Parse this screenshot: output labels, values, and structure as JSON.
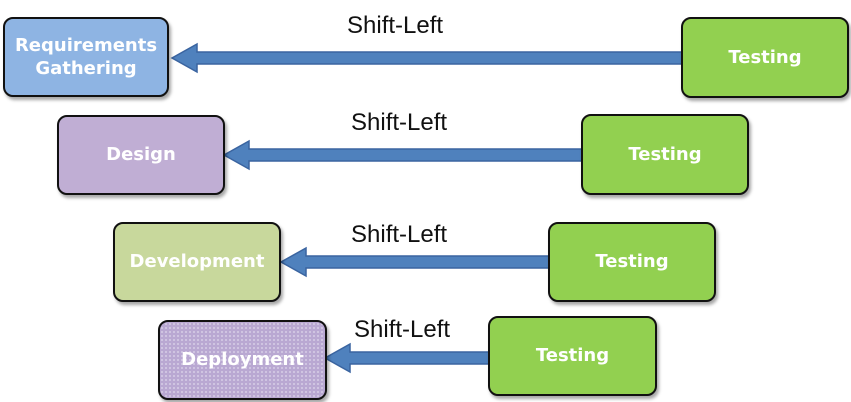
{
  "rows": [
    {
      "phase": "Requirements\nGathering",
      "phase_lines": [
        "Requirements",
        "Gathering"
      ],
      "phase_color": "#8EB4E3",
      "arrow_label": "Shift-Left",
      "testing": "Testing"
    },
    {
      "phase_lines": [
        "Design"
      ],
      "phase_color": "#C0AED4",
      "arrow_label": "Shift-Left",
      "testing": "Testing"
    },
    {
      "phase_lines": [
        "Development"
      ],
      "phase_color": "#C8D89C",
      "arrow_label": "Shift-Left",
      "testing": "Testing"
    },
    {
      "phase_lines": [
        "Deployment"
      ],
      "phase_color": "#B9A8D2",
      "arrow_label": "Shift-Left",
      "testing": "Testing"
    }
  ],
  "colors": {
    "testing_fill": "#92D050",
    "arrow_fill": "#4F81BD",
    "arrow_stroke": "#3A64A0"
  }
}
